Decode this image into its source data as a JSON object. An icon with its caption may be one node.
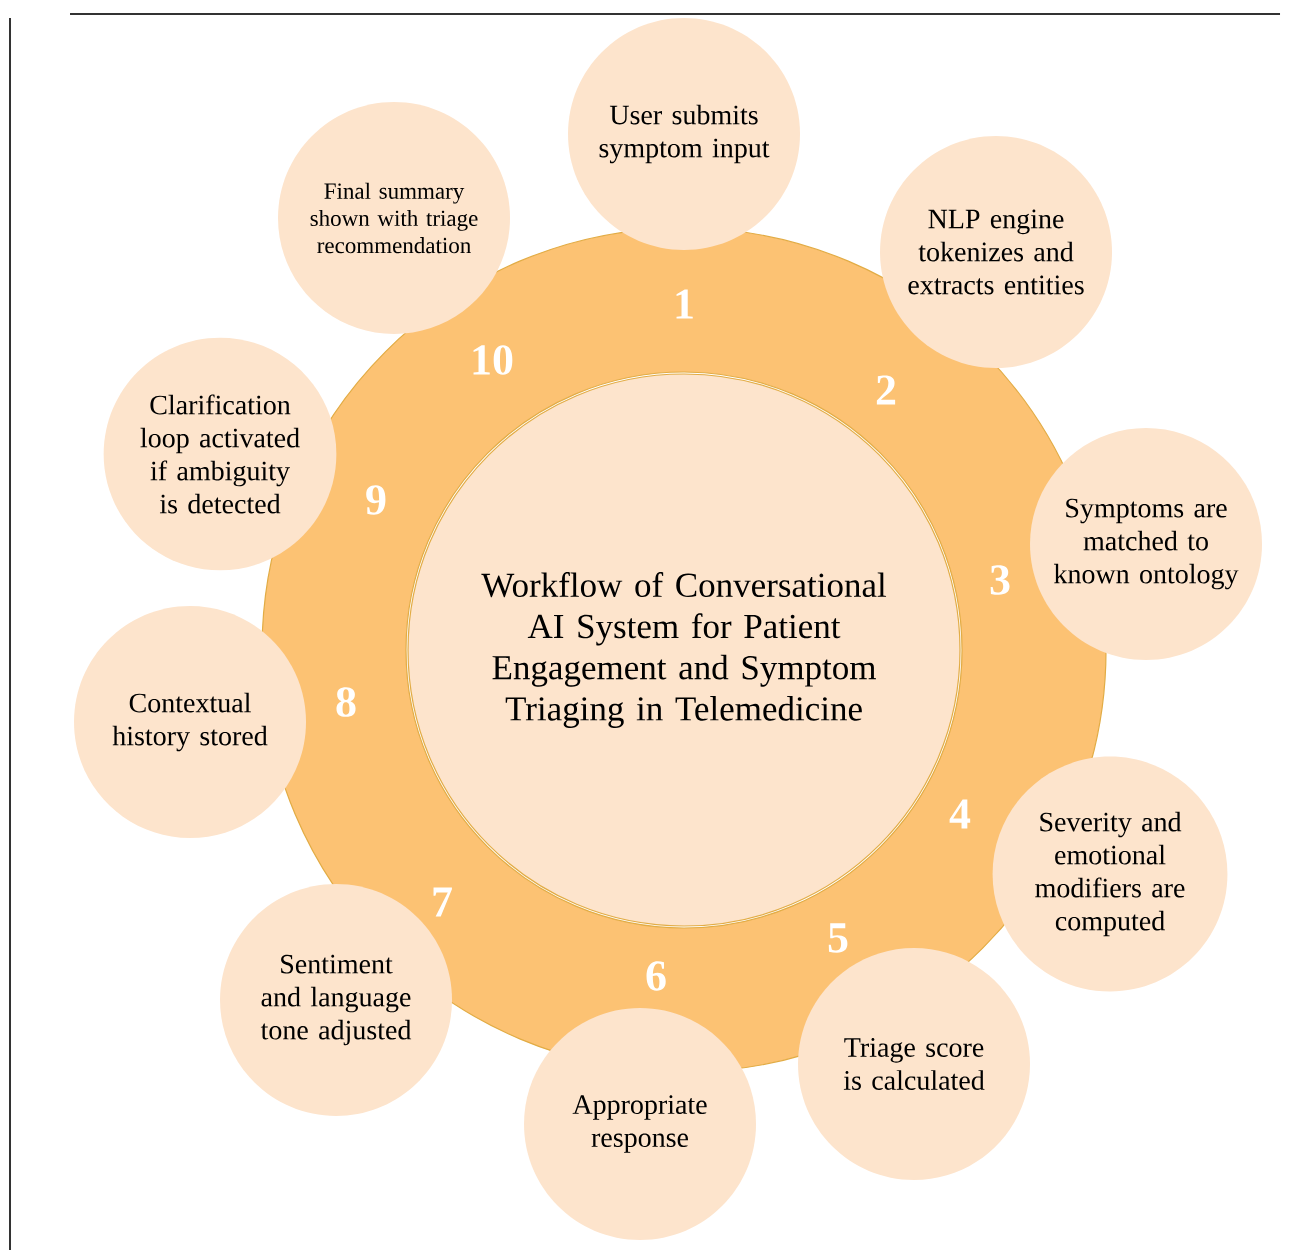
{
  "diagram": {
    "nodes": [
      {
        "text": [
          "Workflow of Conversational AI System for Patient Engagement and Symptom Triaging in Telemedicine"
        ]
      },
      {
        "text": [
          "User submits symptom input"
        ]
      },
      {
        "text": [
          "NLP engine tokenizes and extracts entities"
        ]
      },
      {
        "text": [
          "Symptoms are matched to known ontology"
        ]
      },
      {
        "text": [
          "Severity and emotional modifiers are computed"
        ]
      },
      {
        "text": [
          "Triage score is calculated"
        ]
      },
      {
        "text": [
          "Appropriate response"
        ]
      },
      {
        "text": [
          "Sentiment and language tone adjusted"
        ]
      },
      {
        "text": [
          "Contextual history stored"
        ]
      },
      {
        "text": [
          "Clarification loop activated if ambiguity is detected"
        ]
      },
      {
        "text": [
          "Final summary shown with triage recommendation"
        ]
      }
    ],
    "labels": [
      "1",
      "2",
      "3",
      "4",
      "5",
      "6",
      "7",
      "8",
      "9",
      "10"
    ]
  }
}
